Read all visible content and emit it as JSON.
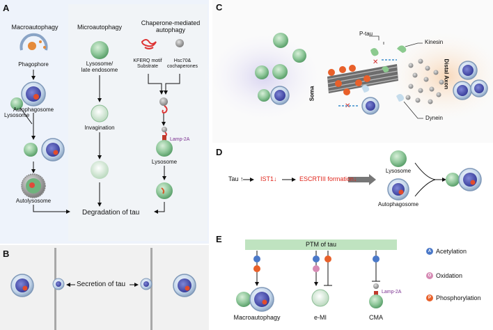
{
  "panels": {
    "A": "A",
    "B": "B",
    "C": "C",
    "D": "D",
    "E": "E"
  },
  "panelA": {
    "macro": {
      "title": "Macroautophagy",
      "phagophore": "Phagophore",
      "autophagosome": "Autophagosome",
      "lysosome": "Lysosome",
      "autolysosome": "Autolysosome"
    },
    "micro": {
      "title": "Microautophagy",
      "lysosome": "Lysosome/\nlate endosome",
      "invagination": "Invagination"
    },
    "cma": {
      "title": "Chaperone-mediated\nautophagy",
      "substrate": "KFERQ motif\nSubstrate",
      "chaperones": "Hsc70&\ncochaperones",
      "lamp": "Lamp-2A",
      "lysosome": "Lysosome"
    },
    "degradation": "Degradation of tau"
  },
  "panelB": {
    "secretion": "Secretion of tau"
  },
  "panelC": {
    "ptau": "P-tau",
    "kinesin": "Kinesin",
    "dynein": "Dynein",
    "soma": "Soma",
    "distal": "Distal Axon",
    "p_mark": "P"
  },
  "panelD": {
    "tau": "Tau",
    "tau_arrow": "↑",
    "ist1": "IST1↓",
    "escrt": "ESCRTIII formation↓",
    "lysosome": "Lysosome",
    "autophagosome": "Autophagosome"
  },
  "panelE": {
    "ptm": "PTM of tau",
    "macro": "Macroautophagy",
    "emi": "e-MI",
    "cma": "CMA",
    "lamp": "Lamp-2A",
    "legend": [
      {
        "mark": "A",
        "label": "Acetylation",
        "color": "#4a78c8"
      },
      {
        "mark": "O",
        "label": "Oxidation",
        "color": "#d68ab4"
      },
      {
        "mark": "P",
        "label": "Phosphorylation",
        "color": "#e8602a"
      }
    ]
  }
}
